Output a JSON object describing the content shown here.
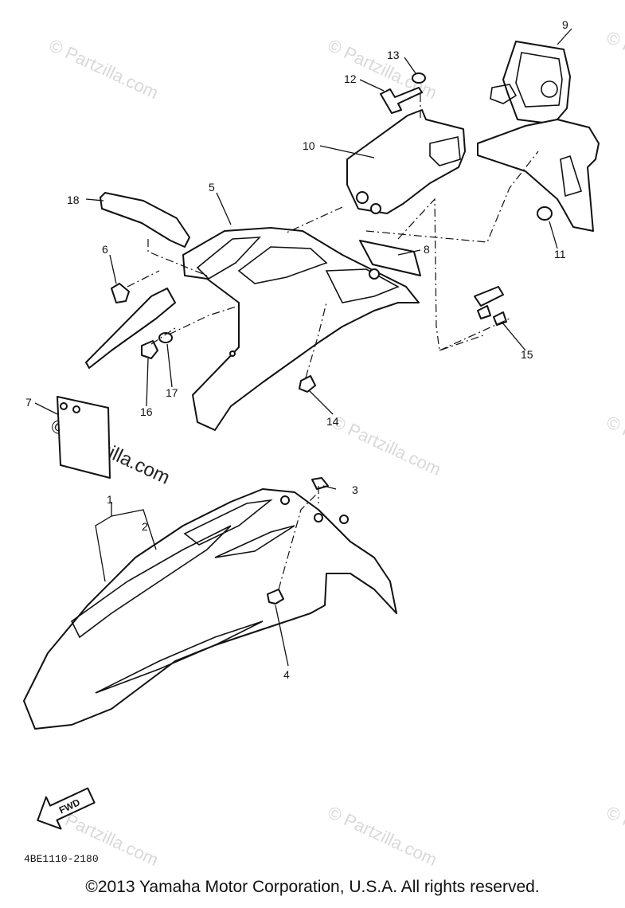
{
  "callouts": [
    "1",
    "2",
    "3",
    "4",
    "5",
    "6",
    "7",
    "8",
    "9",
    "10",
    "11",
    "12",
    "13",
    "14",
    "15",
    "16",
    "17",
    "18"
  ],
  "watermark": "© Partzilla.com",
  "fwd_label": "FWD",
  "diagram_code": "4BE1110-2180",
  "copyright": "©2013 Yamaha Motor Corporation, U.S.A. All rights reserved."
}
